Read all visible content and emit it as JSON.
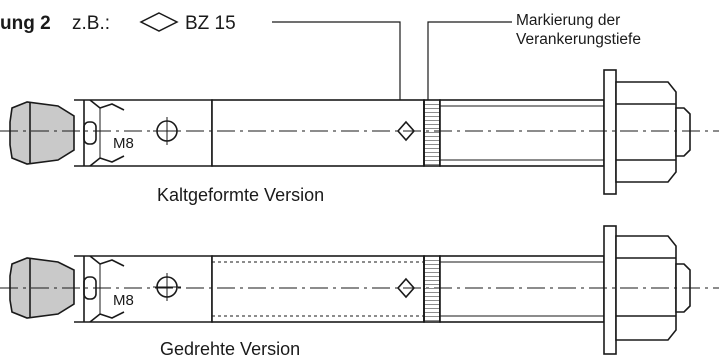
{
  "figure": {
    "label_prefix": "ung 2",
    "example_prefix": "z.B.:",
    "marking_code": "BZ 15",
    "callout_text": "Markierung der\nVerankerungstiefe"
  },
  "anchors": [
    {
      "size_label": "M8",
      "caption": "Kaltgeformte Version"
    },
    {
      "size_label": "M8",
      "caption": "Gedrehte Version"
    }
  ],
  "colors": {
    "ink": "#1a1a1a",
    "shade": "#c9c9c9",
    "paper": "#ffffff"
  }
}
